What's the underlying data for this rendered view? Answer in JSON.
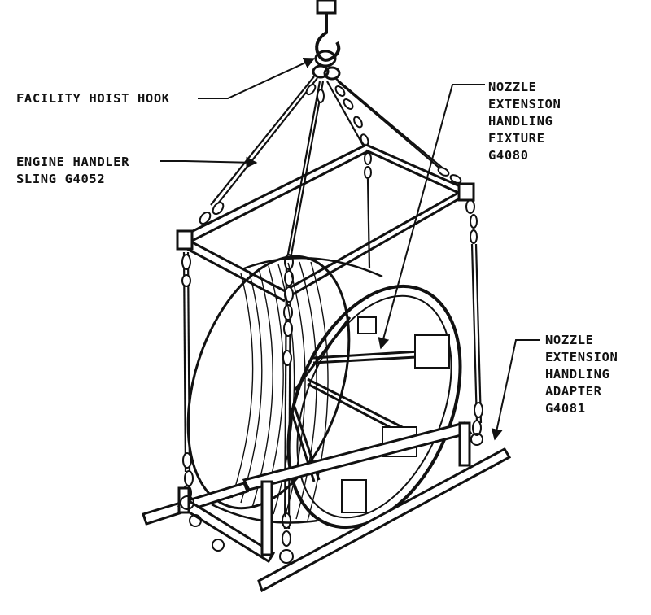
{
  "labels": {
    "facility_hoist_hook": "FACILITY HOIST HOOK",
    "engine_handler_sling": [
      "ENGINE HANDLER",
      "SLING G4052"
    ],
    "nozzle_extension_handling_fixture": [
      "NOZZLE",
      "EXTENSION",
      "HANDLING",
      "FIXTURE",
      "G4080"
    ],
    "nozzle_extension_handling_adapter": [
      "NOZZLE",
      "EXTENSION",
      "HANDLING",
      "ADAPTER",
      "G4081"
    ]
  }
}
